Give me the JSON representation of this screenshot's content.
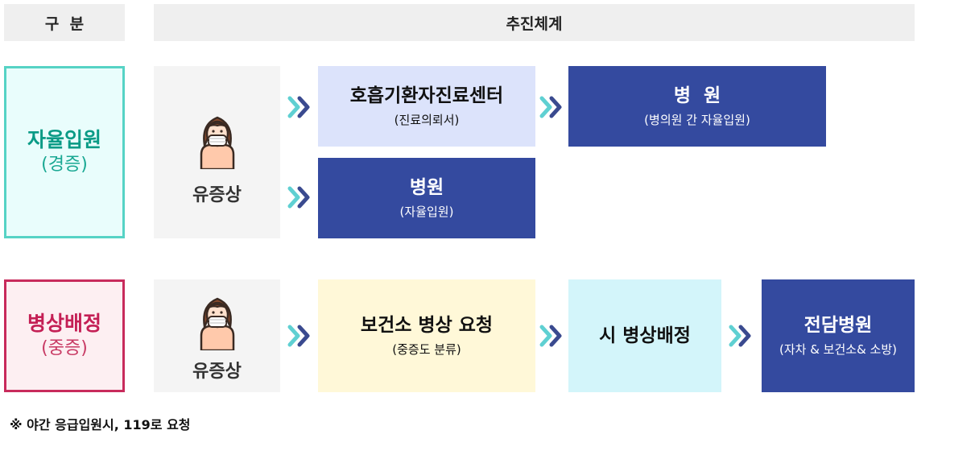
{
  "header": {
    "category": "구  분",
    "system": "추진체계"
  },
  "rows": [
    {
      "category_title": "자율입원",
      "category_sub": "(경증)",
      "patient_label": "유증상",
      "top_box": {
        "main": "호흡기환자진료센터",
        "sub": "(진료의뢰서)"
      },
      "top_hospital": {
        "main": "병  원",
        "sub": "(병의원 간 자율입원)"
      },
      "bottom_hospital": {
        "main": "병원",
        "sub": "(자율입원)"
      }
    },
    {
      "category_title": "병상배정",
      "category_sub": "(중증)",
      "patient_label": "유증상",
      "step1": {
        "main": "보건소 병상 요청",
        "sub": "(중증도 분류)"
      },
      "step2": {
        "main": "시 병상배정"
      },
      "step3": {
        "main": "전담병원",
        "sub": "(자차 & 보건소& 소방)"
      }
    }
  ],
  "note": "※ 야간 응급입원시, 119로 요청",
  "colors": {
    "teal": "#56d3c5",
    "crimson": "#c82b5c",
    "navy": "#344a9f",
    "lavender": "#dce3fb",
    "yellow": "#fff8d8",
    "cyan": "#d3f5fa"
  },
  "icons": {
    "patient": "masked-person-icon",
    "arrow": "double-chevron-right-icon"
  }
}
